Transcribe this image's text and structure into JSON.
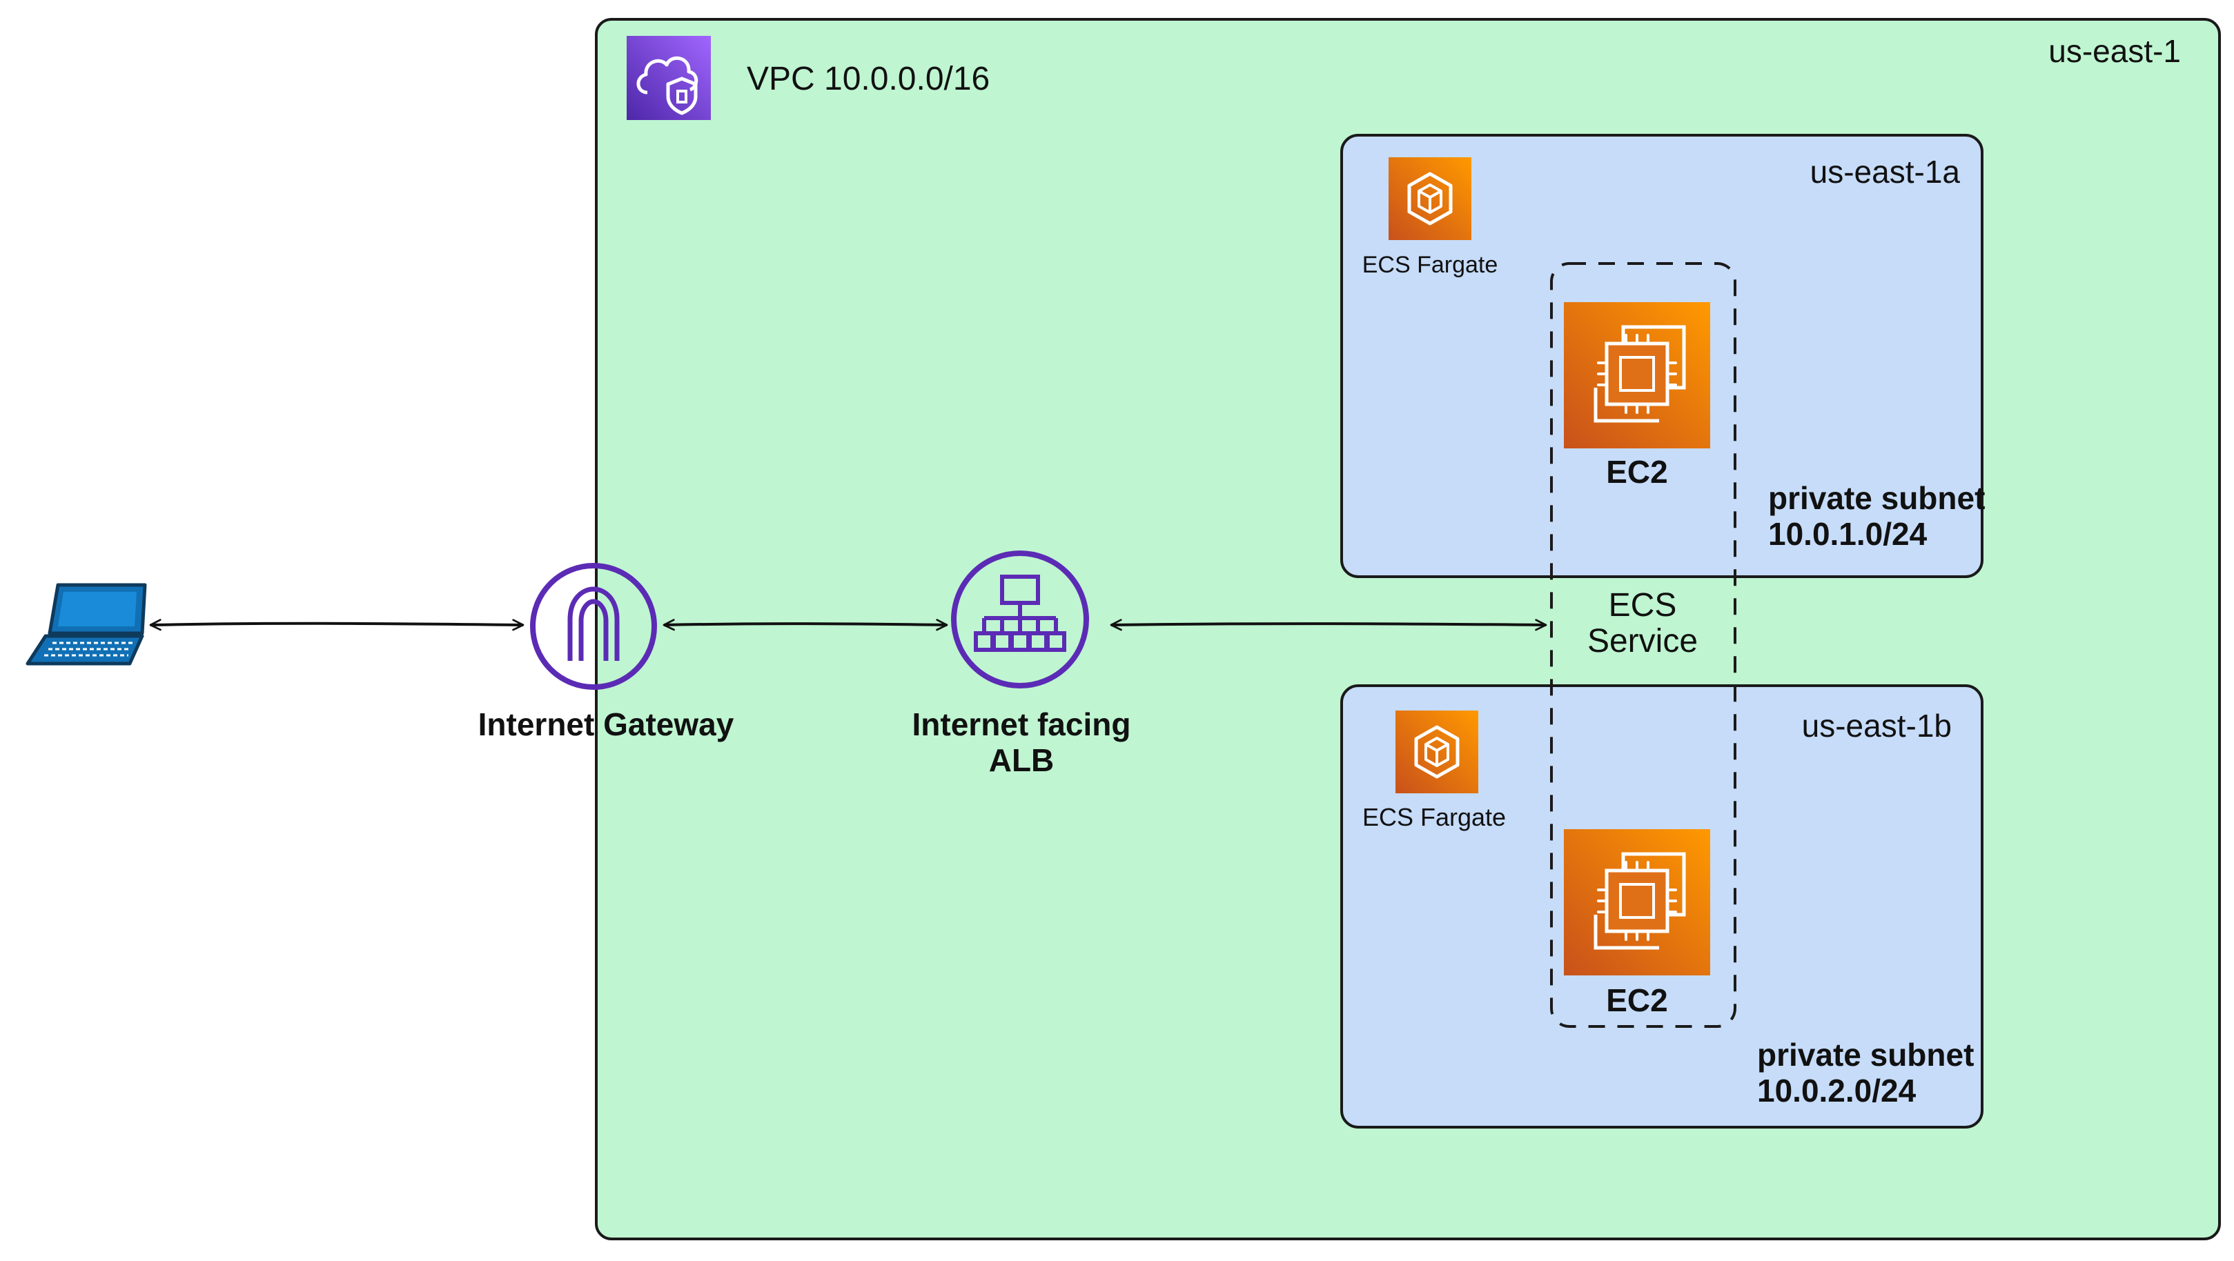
{
  "region": {
    "label": "us-east-1"
  },
  "vpc": {
    "label": "VPC 10.0.0.0/16",
    "icon": "vpc-cloud-shield-icon"
  },
  "client": {
    "icon": "laptop-icon"
  },
  "internet_gateway": {
    "label": "Internet Gateway",
    "icon": "internet-gateway-icon"
  },
  "alb": {
    "label_line1": "Internet facing",
    "label_line2": "ALB",
    "icon": "load-balancer-icon"
  },
  "ecs_service": {
    "label_line1": "ECS",
    "label_line2": "Service"
  },
  "az_a": {
    "label": "us-east-1a",
    "fargate_label": "ECS Fargate",
    "ec2_label": "EC2",
    "subnet_line1": "private subnet",
    "subnet_line2": "10.0.1.0/24"
  },
  "az_b": {
    "label": "us-east-1b",
    "fargate_label": "ECS Fargate",
    "ec2_label": "EC2",
    "subnet_line1": "private subnet",
    "subnet_line2": "10.0.2.0/24"
  },
  "colors": {
    "vpc_fill": "#BFF5D1",
    "subnet_fill": "#C6DCF9",
    "purple": "#5B2BB5",
    "vpc_icon_bg": "#7B3FE4",
    "orange_light": "#F78E1E",
    "orange_dark": "#D05C17"
  }
}
